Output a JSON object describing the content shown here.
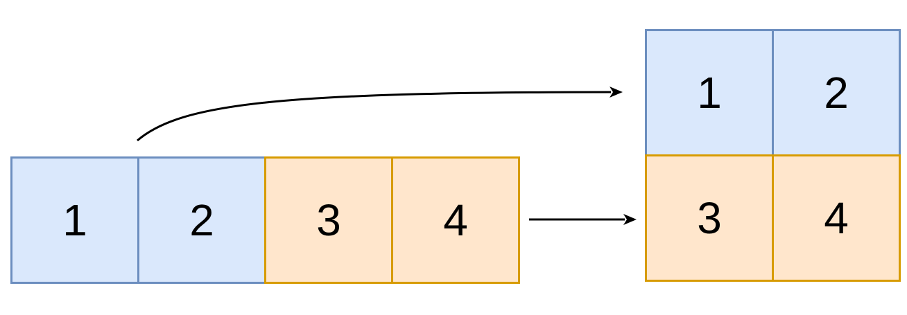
{
  "diagram": {
    "colors": {
      "blue_fill": "#dae8fc",
      "blue_border": "#6c8ebf",
      "orange_fill": "#ffe6cc",
      "orange_border": "#d79b00",
      "arrow": "#000000",
      "label_text": "#000000",
      "background": "#ffffff"
    },
    "source_row": {
      "cells": [
        {
          "label": "1",
          "variant": "blue"
        },
        {
          "label": "2",
          "variant": "blue"
        },
        {
          "label": "3",
          "variant": "orange"
        },
        {
          "label": "4",
          "variant": "orange"
        }
      ]
    },
    "result_grid": {
      "top_row": [
        {
          "label": "1",
          "variant": "blue"
        },
        {
          "label": "2",
          "variant": "blue"
        }
      ],
      "bottom_row": [
        {
          "label": "3",
          "variant": "orange"
        },
        {
          "label": "4",
          "variant": "orange"
        }
      ]
    }
  }
}
